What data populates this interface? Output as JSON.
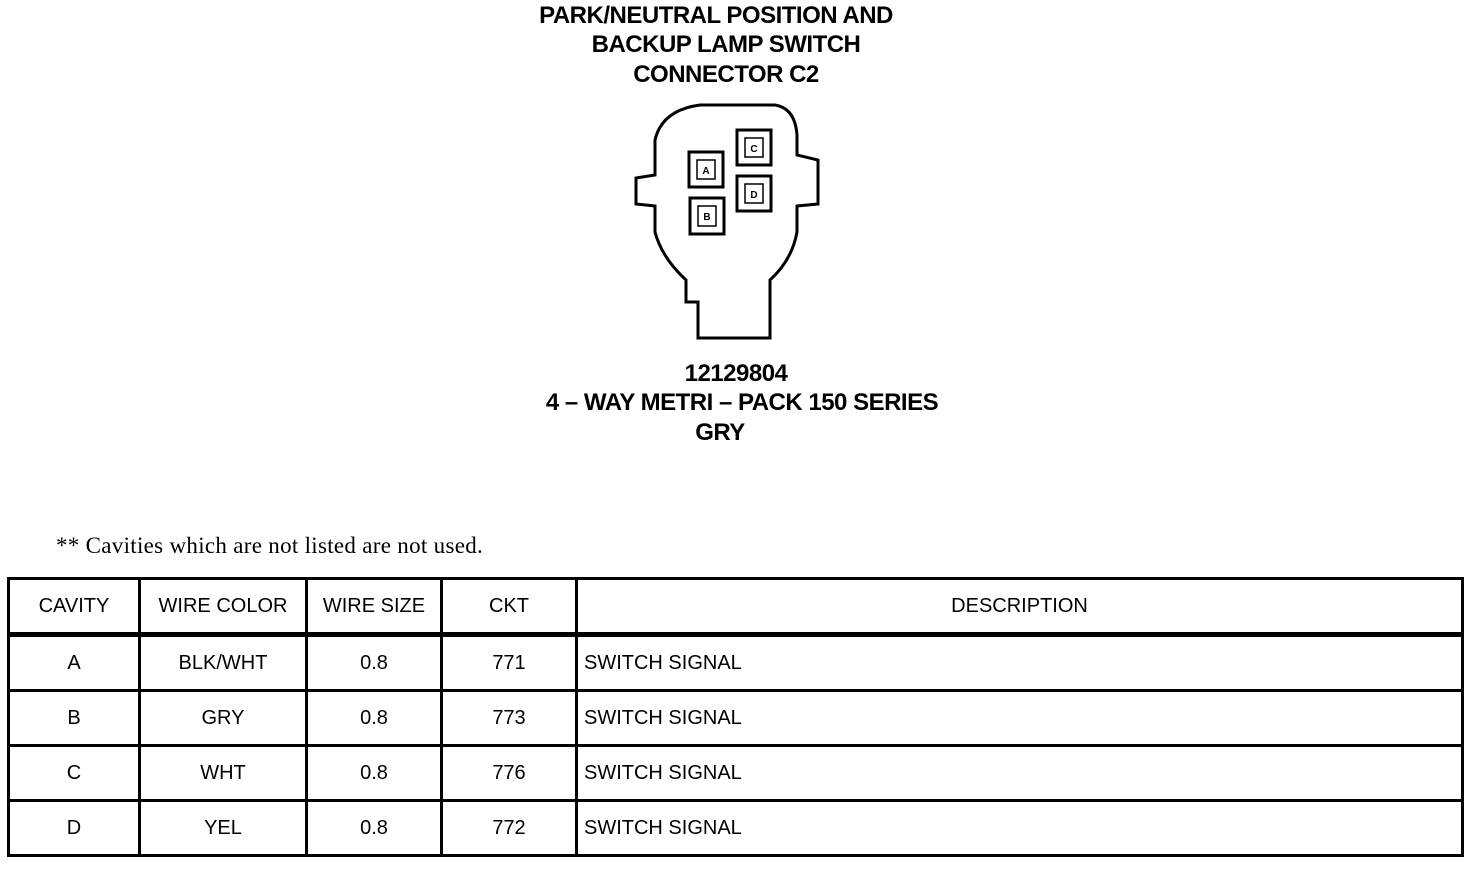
{
  "title_lines": [
    "PARK/NEUTRAL POSITION AND",
    "BACKUP LAMP SWITCH",
    "CONNECTOR C2"
  ],
  "connector": {
    "cavities": [
      "A",
      "B",
      "C",
      "D"
    ]
  },
  "part": {
    "number": "12129804",
    "type": "4 – WAY METRI – PACK 150 SERIES",
    "color": "GRY"
  },
  "note": "** Cavities which are not listed are not used.",
  "table": {
    "headers": [
      "CAVITY",
      "WIRE COLOR",
      "WIRE SIZE",
      "CKT",
      "DESCRIPTION"
    ],
    "rows": [
      [
        "A",
        "BLK/WHT",
        "0.8",
        "771",
        "SWITCH SIGNAL"
      ],
      [
        "B",
        "GRY",
        "0.8",
        "773",
        "SWITCH SIGNAL"
      ],
      [
        "C",
        "WHT",
        "0.8",
        "776",
        "SWITCH SIGNAL"
      ],
      [
        "D",
        "YEL",
        "0.8",
        "772",
        "SWITCH SIGNAL"
      ]
    ]
  }
}
